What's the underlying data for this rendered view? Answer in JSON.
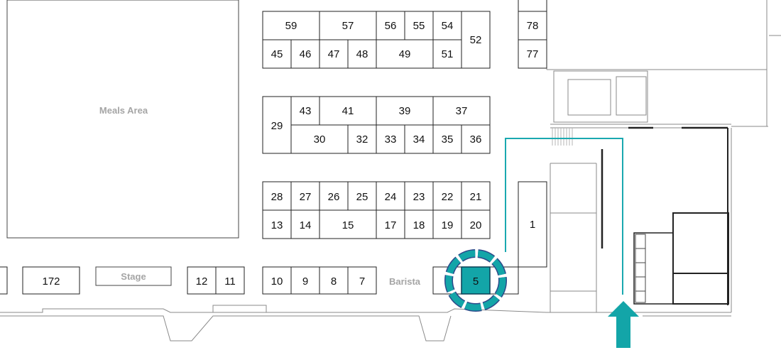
{
  "areas": {
    "meals": "Meals Area",
    "stage": "Stage",
    "barista": "Barista"
  },
  "booths": {
    "b1": "1",
    "b5": "5",
    "b7": "7",
    "b8": "8",
    "b9": "9",
    "b10": "10",
    "b11": "11",
    "b12": "12",
    "b172": "172",
    "b13": "13",
    "b14": "14",
    "b15": "15",
    "b17": "17",
    "b18": "18",
    "b19": "19",
    "b20": "20",
    "b21": "21",
    "b22": "22",
    "b23": "23",
    "b24": "24",
    "b25": "25",
    "b26": "26",
    "b27": "27",
    "b28": "28",
    "b29": "29",
    "b30": "30",
    "b32": "32",
    "b33": "33",
    "b34": "34",
    "b35": "35",
    "b36": "36",
    "b37": "37",
    "b39": "39",
    "b41": "41",
    "b43": "43",
    "b45": "45",
    "b46": "46",
    "b47": "47",
    "b48": "48",
    "b49": "49",
    "b51": "51",
    "b52": "52",
    "b54": "54",
    "b55": "55",
    "b56": "56",
    "b57": "57",
    "b59": "59",
    "b77": "77",
    "b78": "78"
  },
  "colors": {
    "highlight": "#13a5a8",
    "highlight_dark": "#0e8d90",
    "ring_dark": "#2d4a8a",
    "route": "#1aa9b0",
    "wall": "#8a8a8a",
    "booth_stroke": "#222222"
  },
  "icons": {
    "entrance": "up-arrow-icon"
  }
}
